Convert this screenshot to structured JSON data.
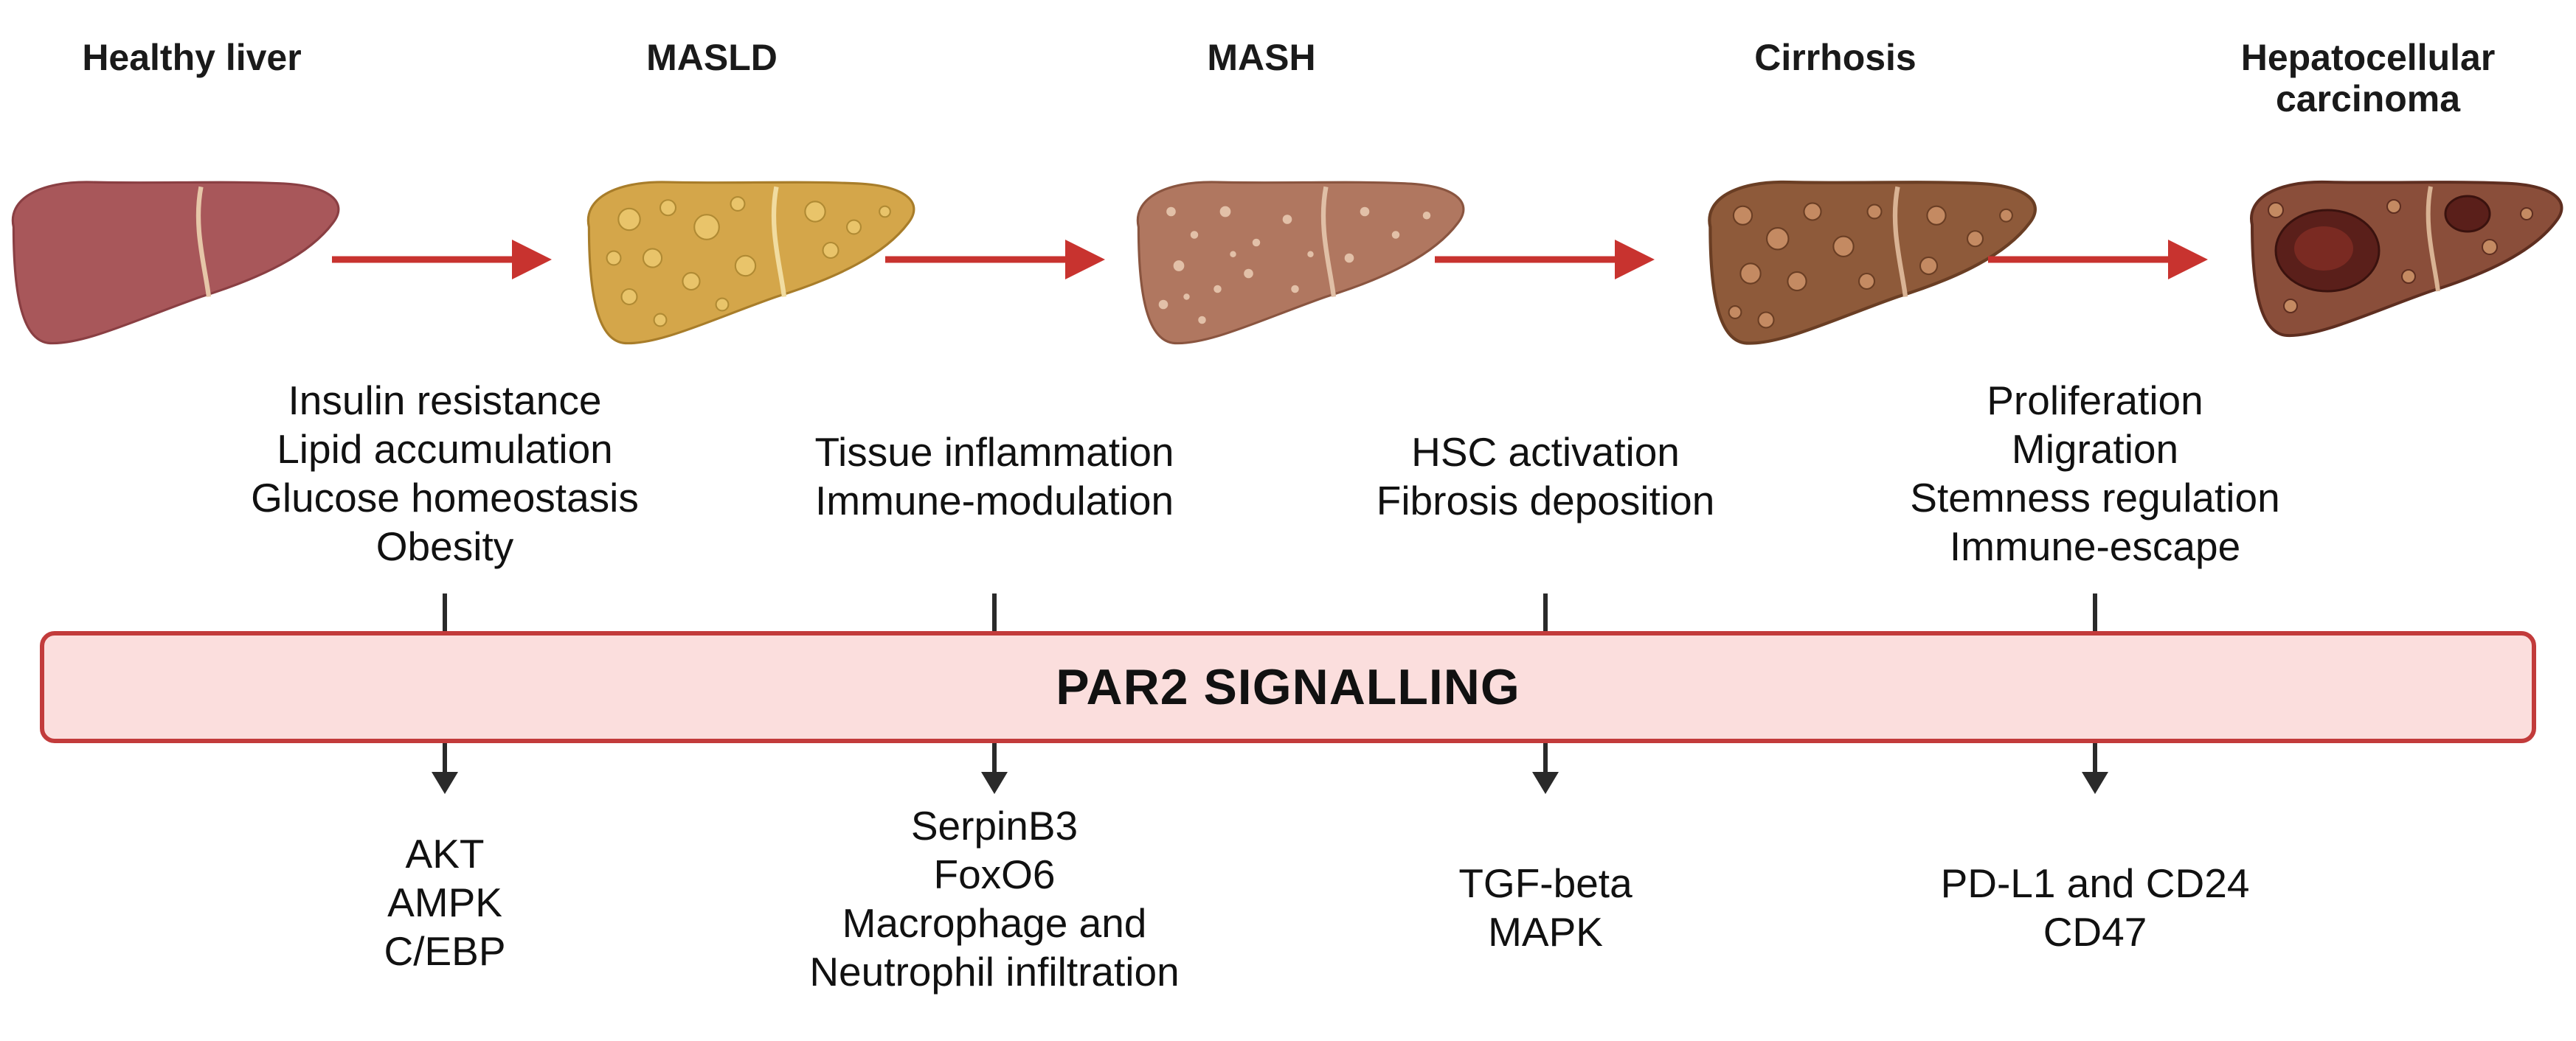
{
  "stages": [
    {
      "id": "healthy",
      "title": "Healthy liver"
    },
    {
      "id": "masld",
      "title": "MASLD"
    },
    {
      "id": "mash",
      "title": "MASH"
    },
    {
      "id": "cirrhosis",
      "title": "Cirrhosis"
    },
    {
      "id": "hcc",
      "title": "Hepatocellular carcinoma"
    }
  ],
  "effects": [
    [
      "Insulin resistance",
      "Lipid accumulation",
      "Glucose homeostasis",
      "Obesity"
    ],
    [
      "Tissue inflammation",
      "Immune-modulation"
    ],
    [
      "HSC activation",
      "Fibrosis deposition"
    ],
    [
      "Proliferation",
      "Migration",
      "Stemness regulation",
      "Immune-escape"
    ]
  ],
  "band_label": "PAR2 SIGNALLING",
  "mediators": [
    [
      "AKT",
      "AMPK",
      "C/EBP"
    ],
    [
      "SerpinB3",
      "FoxO6",
      "Macrophage and",
      "Neutrophil infiltration"
    ],
    [
      "TGF-beta",
      "MAPK"
    ],
    [
      "PD-L1 and CD24",
      "CD47"
    ]
  ],
  "colors": {
    "progression_arrow": "#c8332f",
    "band_fill": "#fbdedd",
    "band_border": "#c23b3b",
    "signal_arrow": "#2a2a2a",
    "liver_healthy": "#a8575a",
    "liver_masld": "#d4a64a",
    "liver_mash": "#b07760",
    "liver_cirrhosis": "#8e5a3a",
    "liver_hcc": "#8a4e3a"
  }
}
